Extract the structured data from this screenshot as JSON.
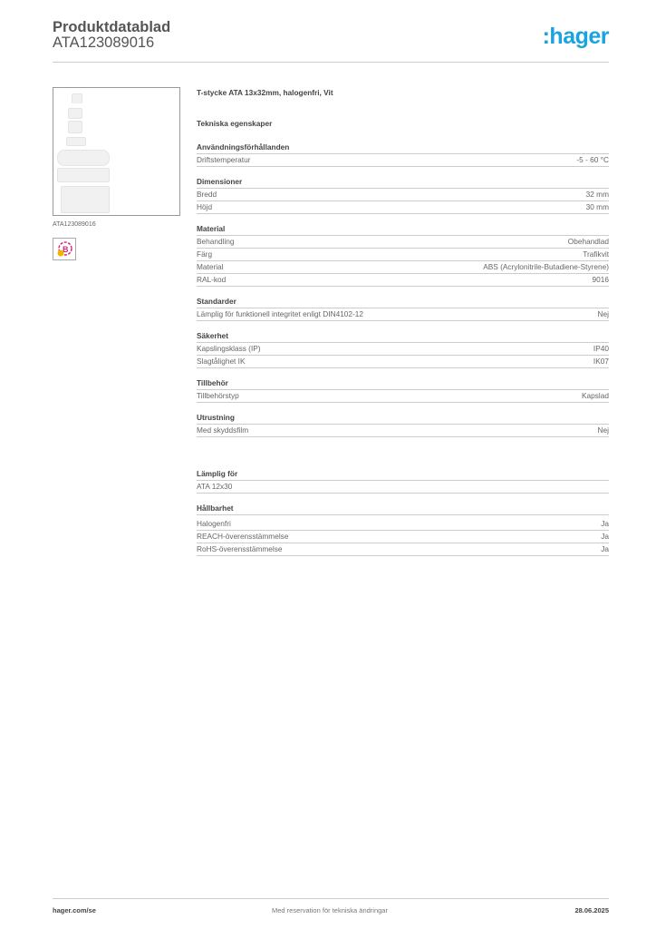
{
  "header": {
    "title": "Produktdatablad",
    "code": "ATA123089016",
    "logo": ":hager"
  },
  "image": {
    "caption": "ATA123089016",
    "badge_icon": "halogen-free-badge-icon"
  },
  "product": {
    "title": "T-stycke ATA 13x32mm, halogenfri, Vit",
    "tech_heading": "Tekniska egenskaper"
  },
  "sections": [
    {
      "title": "Användningsförhållanden",
      "rows": [
        [
          "Driftstemperatur",
          "-5 - 60 °C"
        ]
      ]
    },
    {
      "title": "Dimensioner",
      "rows": [
        [
          "Bredd",
          "32 mm"
        ],
        [
          "Höjd",
          "30 mm"
        ]
      ]
    },
    {
      "title": "Material",
      "rows": [
        [
          "Behandling",
          "Obehandlad"
        ],
        [
          "Färg",
          "Trafikvit"
        ],
        [
          "Material",
          "ABS (Acrylonitrile-Butadiene-Styrene)"
        ],
        [
          "RAL-kod",
          "9016"
        ]
      ]
    },
    {
      "title": "Standarder",
      "rows": [
        [
          "Lämplig för funktionell integritet enligt DIN4102-12",
          "Nej"
        ]
      ]
    },
    {
      "title": "Säkerhet",
      "rows": [
        [
          "Kapslingsklass (IP)",
          "IP40"
        ],
        [
          "Slagtålighet IK",
          "IK07"
        ]
      ]
    },
    {
      "title": "Tillbehör",
      "rows": [
        [
          "Tillbehörstyp",
          "Kapslad"
        ]
      ]
    },
    {
      "title": "Utrustning",
      "rows": [
        [
          "Med skyddsfilm",
          "Nej"
        ]
      ]
    },
    {
      "title": "Lämplig för",
      "rows": [
        [
          "ATA 12x30",
          ""
        ]
      ]
    },
    {
      "title": "Hållbarhet",
      "rows": [
        [
          "Halogenfri",
          "Ja"
        ],
        [
          "REACH-överensstämmelse",
          "Ja"
        ],
        [
          "RoHS-överensstämmelse",
          "Ja"
        ]
      ]
    }
  ],
  "footer": {
    "website": "hager.com/se",
    "disclaimer": "Med reservation för tekniska ändringar",
    "date": "28.06.2025"
  },
  "colors": {
    "brand": "#1aa3dc",
    "badge": "#d6287f"
  }
}
